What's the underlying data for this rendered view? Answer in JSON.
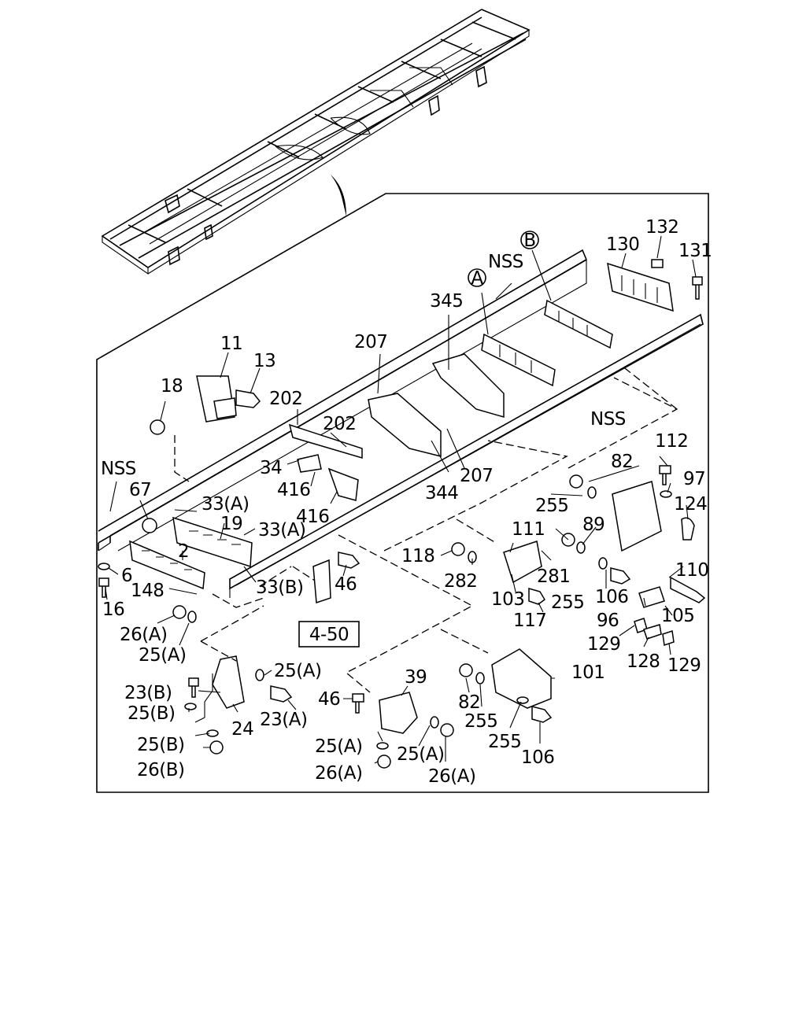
{
  "diagram": {
    "ref_box": "4-50",
    "callouts": {
      "A": "A",
      "B": "B"
    },
    "labels": {
      "l132": "132",
      "l130": "130",
      "l131": "131",
      "lNSS1": "NSS",
      "l345": "345",
      "l207a": "207",
      "l11": "11",
      "l13": "13",
      "l18": "18",
      "l202a": "202",
      "l202b": "202",
      "l34": "34",
      "l416a": "416",
      "l416b": "416",
      "l207b": "207",
      "l344": "344",
      "lNSS2": "NSS",
      "lNSS3": "NSS",
      "l67": "67",
      "l33A1": "33(A)",
      "l19": "19",
      "l33A2": "33(A)",
      "l2": "2",
      "l6": "6",
      "l148": "148",
      "l16": "16",
      "l33B": "33(B)",
      "l46a": "46",
      "l26A1": "26(A)",
      "l25A1": "25(A)",
      "l112": "112",
      "l82a": "82",
      "l97": "97",
      "l255a": "255",
      "l124": "124",
      "l111": "111",
      "l89": "89",
      "l118": "118",
      "l282": "282",
      "l281": "281",
      "l110": "110",
      "l106a": "106",
      "l103": "103",
      "l255b": "255",
      "l96": "96",
      "l105": "105",
      "l117": "117",
      "l129a": "129",
      "l128": "128",
      "l129b": "129",
      "l25A2": "25(A)",
      "l23B": "23(B)",
      "l25B1": "25(B)",
      "l23A": "23(A)",
      "l24": "24",
      "l25B2": "25(B)",
      "l26B": "26(B)",
      "l39": "39",
      "l46b": "46",
      "l82b": "82",
      "l101": "101",
      "l255c": "255",
      "l255d": "255",
      "l106b": "106",
      "l25A3": "25(A)",
      "l25A4": "25(A)",
      "l26A2": "26(A)",
      "l26A3": "26(A)"
    }
  }
}
